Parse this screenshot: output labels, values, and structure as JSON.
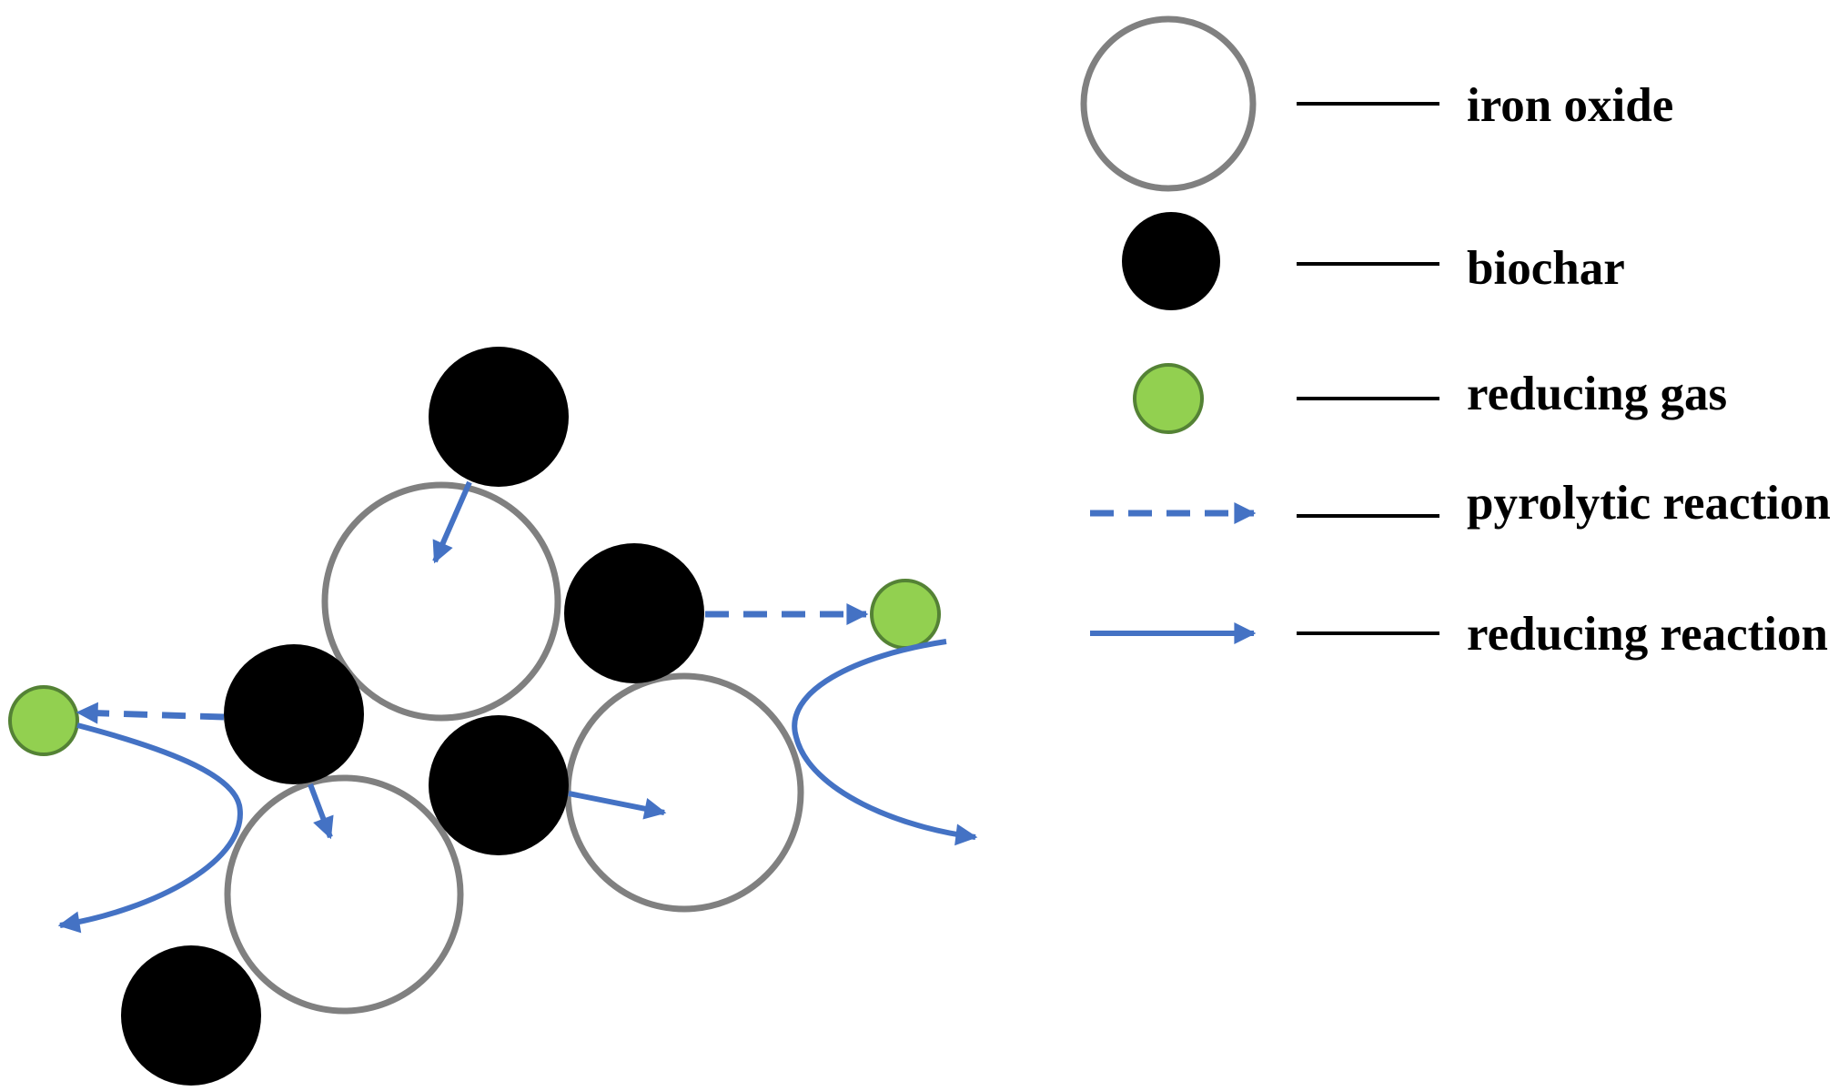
{
  "legend": {
    "items": [
      {
        "key": "iron-oxide",
        "label": "iron oxide"
      },
      {
        "key": "biochar",
        "label": "biochar"
      },
      {
        "key": "reducing-gas",
        "label": "reducing gas"
      },
      {
        "key": "pyrolytic-reaction",
        "label": "pyrolytic reaction"
      },
      {
        "key": "reducing-reaction",
        "label": "reducing reaction"
      }
    ]
  },
  "colors": {
    "iron_oxide_stroke": "#808080",
    "biochar_fill": "#000000",
    "reducing_gas_fill": "#92d050",
    "reducing_gas_stroke": "#548235",
    "reaction_arrow": "#4472c4",
    "background": "#ffffff"
  }
}
